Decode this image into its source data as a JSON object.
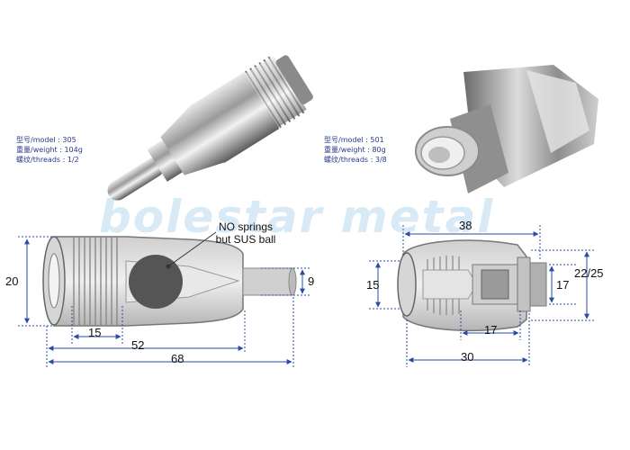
{
  "watermark": {
    "text": "bolestar metal",
    "color": "#78b4e1"
  },
  "left_product": {
    "specs": {
      "model": "型号/model : 305",
      "weight": "重量/weight : 104g",
      "threads": "螺纹/threads : 1/2"
    },
    "note": {
      "line1": "NO springs",
      "line2": "but SUS ball"
    },
    "dims": {
      "d20": "20",
      "d9": "9",
      "d15": "15",
      "d52": "52",
      "d68": "68"
    }
  },
  "right_product": {
    "specs": {
      "model": "型号/model : 501",
      "weight": "重量/weight : 80g",
      "threads": "螺纹/threads : 3/8"
    },
    "dims": {
      "d38": "38",
      "d15": "15",
      "d17a": "17",
      "d2225": "22/25",
      "d17b": "17",
      "d30": "30"
    }
  },
  "colors": {
    "dimension_line": "#2a4aa8",
    "spec_text": "#2a3a8c"
  }
}
